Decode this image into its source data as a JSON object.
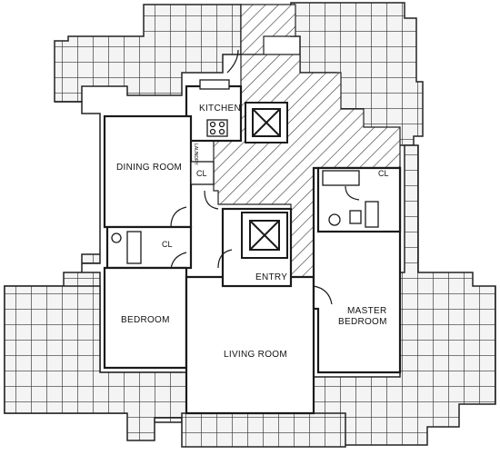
{
  "rooms": {
    "kitchen": "KITCHEN",
    "dining_room": "DINING ROOM",
    "bedroom": "BEDROOM",
    "living_room": "LIVING ROOM",
    "entry": "ENTRY",
    "master_bedroom_line1": "MASTER",
    "master_bedroom_line2": "BEDROOM"
  },
  "closets": {
    "dining": "CL",
    "bedroom": "CL",
    "master": "CL"
  },
  "misc": {
    "laundry": "LAUNDRY"
  },
  "colors": {
    "ink": "#1a1a1a",
    "paper": "#ffffff",
    "terrace_fill": "#f2f2f2"
  }
}
